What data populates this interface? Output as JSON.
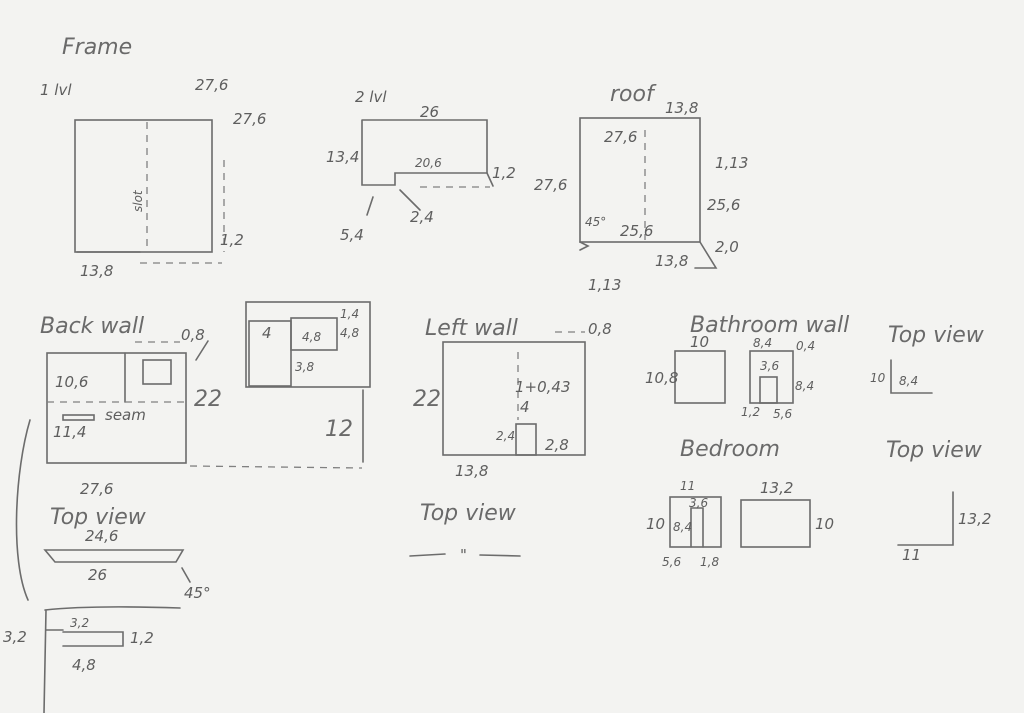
{
  "page_title": "Frame",
  "pencil_color": "#6c6c6c",
  "paper_color": "#f3f3f1",
  "floor1": {
    "title": "1 lvl",
    "top": "27,6",
    "side": "27,6",
    "width": "13,8",
    "edge": "1,2",
    "slot": "slot"
  },
  "floor2": {
    "title": "2 lvl",
    "top": "26",
    "height": "13,4",
    "inner": "20,6",
    "edge": "1,2",
    "notch": "5,4",
    "step": "2,4"
  },
  "roof": {
    "title": "roof",
    "top": "13,8",
    "inner_top": "27,6",
    "right_arrow": "1,13",
    "right": "25,6",
    "left": "27,6",
    "angle": "45°",
    "bottom": "25,6",
    "corner": "2,0",
    "bottom_width": "13,8",
    "left_arrow": "1,13"
  },
  "back_wall": {
    "title": "Back wall",
    "upper": "10,6",
    "lower": "11,4",
    "seam": "seam",
    "height": "22",
    "thickness": "0,8",
    "width": "27,6",
    "window": {
      "w": "4",
      "mid": "4,8",
      "top": "1,4",
      "side": "4,8",
      "drop": "3,8",
      "height": "12"
    }
  },
  "back_top_view": {
    "title": "Top view",
    "top": "24,6",
    "bottom": "26",
    "angle": "45°"
  },
  "detail": {
    "left": "3,2",
    "inner": "3,2",
    "right": "1,2",
    "bottom": "4,8"
  },
  "left_wall": {
    "title": "Left wall",
    "thickness": "0,8",
    "height": "22",
    "width": "13,8",
    "note": "1+0,43",
    "door_h": "4",
    "door_w": "2,4",
    "right": "2,8",
    "top_view_title": "Top view",
    "top_view_mark": "\""
  },
  "bathroom_wall": {
    "title": "Bathroom wall",
    "a_top": "10",
    "a_side": "10,8",
    "b_top": "8,4",
    "b_thick": "0,4",
    "door": "3,6",
    "b_side": "8,4",
    "b_left": "1,2",
    "b_right": "5,6",
    "top_view": {
      "title": "Top view",
      "side": "10",
      "base": "8,4"
    }
  },
  "bedroom": {
    "title": "Bedroom",
    "a_top": "11",
    "door": "3,6",
    "door_h": "8,4",
    "a_side": "10",
    "a_left": "5,6",
    "a_right": "1,8",
    "b_top": "13,2",
    "b_side": "10",
    "top_view": {
      "title": "Top view",
      "side": "13,2",
      "base": "11"
    }
  }
}
